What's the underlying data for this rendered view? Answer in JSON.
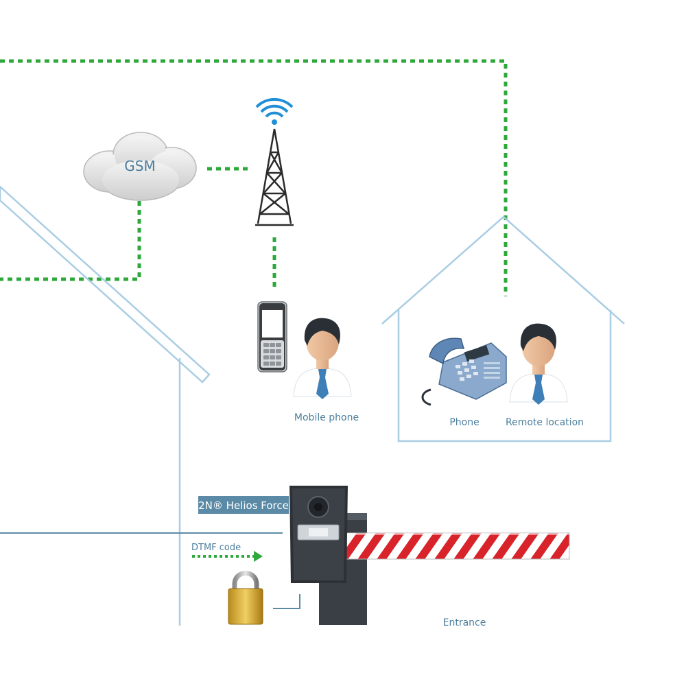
{
  "labels": {
    "gsm": "GSM",
    "mobile_phone": "Mobile phone",
    "phone": "Phone",
    "remote_location": "Remote location",
    "device": "2N® Helios Force",
    "dtmf": "DTMF code",
    "entrance": "Entrance"
  },
  "colors": {
    "connection": "#2ea83a",
    "house_line": "#a9cde3",
    "text": "#4d7e9c",
    "device_label_bg": "#5b8aa6",
    "barrier_red": "#d8232a"
  },
  "icons": [
    "cloud-icon",
    "radio-tower-icon",
    "mobile-phone-icon",
    "person-icon",
    "desk-phone-icon",
    "padlock-icon",
    "intercom-icon",
    "barrier-gate-icon"
  ]
}
